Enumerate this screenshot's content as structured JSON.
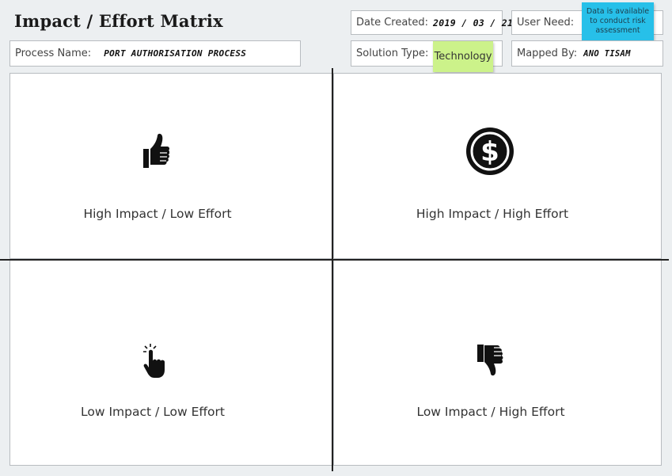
{
  "header": {
    "title": "Impact / Effort Matrix",
    "process_name": {
      "label": "Process Name:",
      "value": "Port Authorisation Process"
    },
    "date_created": {
      "label": "Date Created:",
      "value": "2019 / 03 / 21"
    },
    "user_need": {
      "label": "User Need:",
      "note": "Data is available to conduct risk assessment"
    },
    "solution_type": {
      "label": "Solution Type:",
      "note": "Technology"
    },
    "mapped_by": {
      "label": "Mapped By:",
      "value": "Ano Tisam"
    }
  },
  "matrix": {
    "quadrants": [
      {
        "label": "High Impact / Low Effort",
        "icon": "thumbs-up-icon"
      },
      {
        "label": "High Impact / High Effort",
        "icon": "dollar-circle-icon"
      },
      {
        "label": "Low Impact / Low Effort",
        "icon": "pointer-hand-icon"
      },
      {
        "label": "Low Impact / High Effort",
        "icon": "thumbs-down-icon"
      }
    ]
  }
}
